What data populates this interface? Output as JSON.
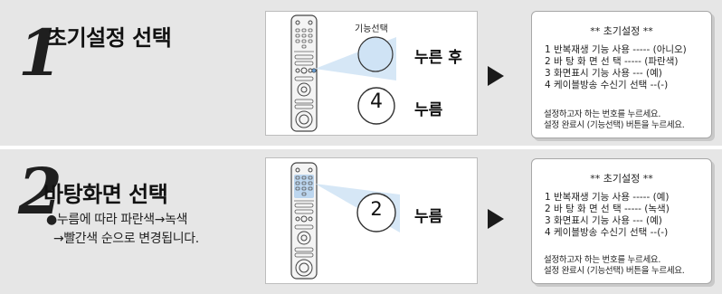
{
  "step1": {
    "number": "1",
    "title": "초기설정 선택",
    "remote_label": "기능선택",
    "action1": "누른 후",
    "digit": "4",
    "action2": "누름",
    "screen": {
      "title": "** 초기설정 **",
      "items": [
        "1 반복재생 기능 사용 ----- (아니오)",
        "2 바 탕 화 면 선 택 ----- (파란색)",
        "3 화면표시 기능 사용 --- (예)",
        "4 케이블방송 수신기 선택 --(-)"
      ],
      "footer": [
        "설정하고자 하는 번호를 누르세요.",
        "설정 완료시 (기능선택) 버튼을 누르세요."
      ]
    }
  },
  "step2": {
    "number": "2",
    "title": "바탕화면 선택",
    "note_line1": "●누름에 따라 파란색→녹색",
    "note_line2": "→빨간색 순으로 변경됩니다.",
    "digit": "2",
    "action": "누름",
    "screen": {
      "title": "** 초기설정 **",
      "items": [
        "1 반복재생 기능 사용 ----- (예)",
        "2 바 탕 화 면 선 택 ----- (녹색)",
        "3 화면표시 기능 사용 --- (예)",
        "4 케이블방송 수신기 선택 --(-)"
      ],
      "footer": [
        "설정하고자 하는 번호를 누르세요.",
        "설정 완료시 (기능선택) 버튼을 누르세요."
      ]
    }
  },
  "colors": {
    "panel_bg": "#e6e6e6",
    "highlight_blue": "#b9d5ee",
    "arrow": "#1a1a1a"
  },
  "icons": [
    "remote-control-icon",
    "play-arrow-icon"
  ]
}
